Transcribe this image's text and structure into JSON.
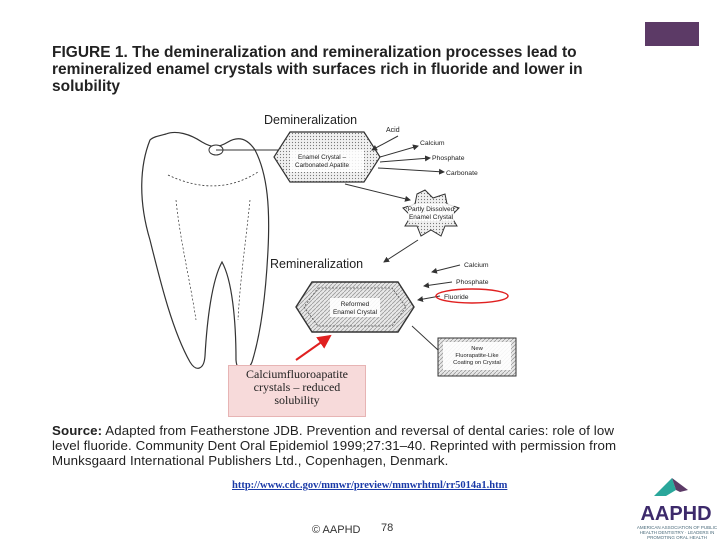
{
  "header": {
    "title_lead": "FIGURE 1.",
    "title_rest": "The demineralization and remineralization processes lead to remineralized enamel crystals with surfaces rich in fluoride and lower in solubility"
  },
  "diagram": {
    "demineralization_label": "Demineralization",
    "acid_label": "Acid",
    "enamel_crystal_label_1": "Enamel Crystal –",
    "enamel_crystal_label_2": "Carbonated Apatite",
    "calcium_label_top": "Calcium",
    "phosphate_label_top": "Phosphate",
    "carbonate_label": "Carbonate",
    "partly_dissolved_label_1": "Partly Dissolved",
    "partly_dissolved_label_2": "Enamel Crystal",
    "remineralization_label": "Remineralization",
    "calcium_label_bottom": "Calcium",
    "phosphate_label_bottom": "Phosphate",
    "fluoride_label": "Fluoride",
    "reformed_crystal_label_1": "Reformed",
    "reformed_crystal_label_2": "Enamel Crystal",
    "new_coating_label_1": "New",
    "new_coating_label_2": "Fluorapatite-Like",
    "new_coating_label_3": "Coating on Crystal",
    "highlight_color": "#e02020"
  },
  "callout": {
    "line1": "Calciumfluoroapatite",
    "line2": "crystals – reduced",
    "line3": "solubility"
  },
  "source": {
    "label": "Source:",
    "text": "Adapted from Featherstone JDB. Prevention and reversal of dental caries: role of low level fluoride. Community Dent Oral Epidemiol 1999;27:31–40. Reprinted with permission from Munksgaard International Publishers Ltd., Copenhagen, Denmark."
  },
  "link": {
    "url": "http://www.cdc.gov/mmwr/preview/mmwrhtml/rr5014a1.htm"
  },
  "footer": {
    "copyright": "© AAPHD",
    "page_number": "78"
  },
  "logo": {
    "wordmark": "AAPHD",
    "tagline": "AMERICAN ASSOCIATION OF PUBLIC HEALTH DENTISTRY · LEADERS IN PROMOTING ORAL HEALTH"
  },
  "colors": {
    "accent_box": "#5c3a66",
    "link": "#1a3aa8",
    "callout_bg": "#f7dada"
  }
}
